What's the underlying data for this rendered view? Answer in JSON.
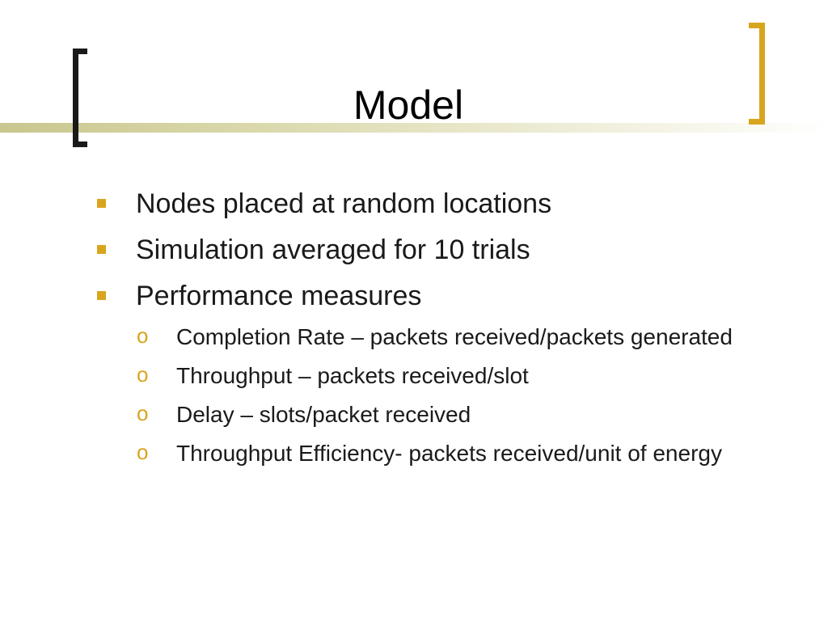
{
  "slide": {
    "title": "Model",
    "bullets": [
      "Nodes placed at random locations",
      "Simulation averaged for 10 trials",
      "Performance measures"
    ],
    "sub_bullets": [
      "Completion Rate – packets received/packets generated",
      "Throughput – packets received/slot",
      "Delay – slots/packet received",
      "Throughput Efficiency- packets received/unit of energy"
    ],
    "sub_bullet_marker": "o"
  },
  "colors": {
    "accent": "#d8a51e",
    "text": "#1a1a1a",
    "rule": "#c9c78e"
  }
}
